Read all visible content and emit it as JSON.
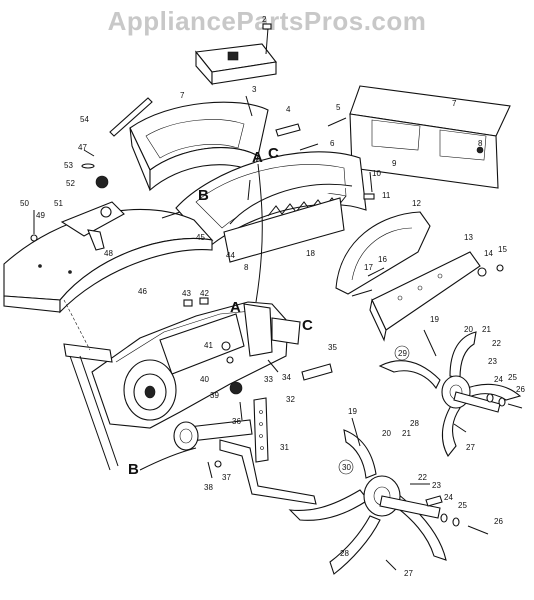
{
  "watermark": "AppliancePartsPros.com",
  "callouts": {
    "A": "A",
    "B": "B",
    "C": "C"
  },
  "parts": [
    {
      "id": "p2",
      "text": "2"
    },
    {
      "id": "p3",
      "text": "3"
    },
    {
      "id": "p4",
      "text": "4"
    },
    {
      "id": "p5",
      "text": "5"
    },
    {
      "id": "p6",
      "text": "6"
    },
    {
      "id": "p7a",
      "text": "7"
    },
    {
      "id": "p7b",
      "text": "7"
    },
    {
      "id": "p8a",
      "text": "8"
    },
    {
      "id": "p8b",
      "text": "8"
    },
    {
      "id": "p9",
      "text": "9"
    },
    {
      "id": "p10",
      "text": "10"
    },
    {
      "id": "p11",
      "text": "11"
    },
    {
      "id": "p12",
      "text": "12"
    },
    {
      "id": "p13",
      "text": "13"
    },
    {
      "id": "p14",
      "text": "14"
    },
    {
      "id": "p15",
      "text": "15"
    },
    {
      "id": "p16",
      "text": "16"
    },
    {
      "id": "p17",
      "text": "17"
    },
    {
      "id": "p18",
      "text": "18"
    },
    {
      "id": "p19a",
      "text": "19"
    },
    {
      "id": "p19b",
      "text": "19"
    },
    {
      "id": "p20a",
      "text": "20"
    },
    {
      "id": "p20b",
      "text": "20"
    },
    {
      "id": "p21a",
      "text": "21"
    },
    {
      "id": "p21b",
      "text": "21"
    },
    {
      "id": "p22a",
      "text": "22"
    },
    {
      "id": "p22b",
      "text": "22"
    },
    {
      "id": "p23a",
      "text": "23"
    },
    {
      "id": "p23b",
      "text": "23"
    },
    {
      "id": "p24a",
      "text": "24"
    },
    {
      "id": "p24b",
      "text": "24"
    },
    {
      "id": "p25a",
      "text": "25"
    },
    {
      "id": "p25b",
      "text": "25"
    },
    {
      "id": "p26a",
      "text": "26"
    },
    {
      "id": "p26b",
      "text": "26"
    },
    {
      "id": "p27a",
      "text": "27"
    },
    {
      "id": "p27b",
      "text": "27"
    },
    {
      "id": "p28a",
      "text": "28"
    },
    {
      "id": "p28b",
      "text": "28"
    },
    {
      "id": "p29",
      "text": "29"
    },
    {
      "id": "p30",
      "text": "30"
    },
    {
      "id": "p31",
      "text": "31"
    },
    {
      "id": "p32",
      "text": "32"
    },
    {
      "id": "p33",
      "text": "33"
    },
    {
      "id": "p34",
      "text": "34"
    },
    {
      "id": "p35",
      "text": "35"
    },
    {
      "id": "p36",
      "text": "36"
    },
    {
      "id": "p37",
      "text": "37"
    },
    {
      "id": "p38",
      "text": "38"
    },
    {
      "id": "p39",
      "text": "39"
    },
    {
      "id": "p40",
      "text": "40"
    },
    {
      "id": "p41",
      "text": "41"
    },
    {
      "id": "p42",
      "text": "42"
    },
    {
      "id": "p43",
      "text": "43"
    },
    {
      "id": "p44",
      "text": "44"
    },
    {
      "id": "p45",
      "text": "45"
    },
    {
      "id": "p46",
      "text": "46"
    },
    {
      "id": "p47",
      "text": "47"
    },
    {
      "id": "p48",
      "text": "48"
    },
    {
      "id": "p49",
      "text": "49"
    },
    {
      "id": "p50",
      "text": "50"
    },
    {
      "id": "p51",
      "text": "51"
    },
    {
      "id": "p52",
      "text": "52"
    },
    {
      "id": "p53",
      "text": "53"
    },
    {
      "id": "p54",
      "text": "54"
    }
  ]
}
